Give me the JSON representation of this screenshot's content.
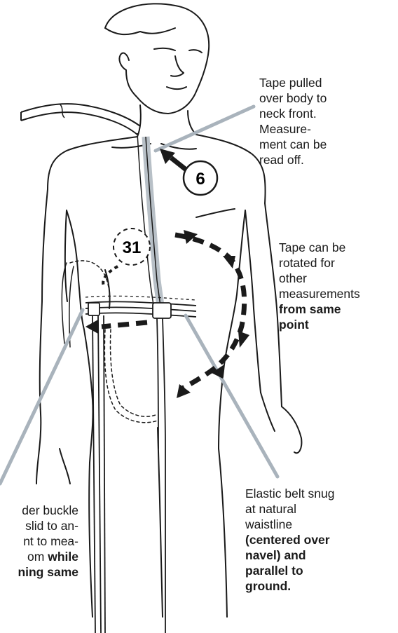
{
  "callouts": {
    "neck": {
      "lines": [
        "Tape pulled",
        "over body to",
        "neck front.",
        "Measure-",
        "ment can be",
        "read off."
      ]
    },
    "rotate": {
      "lines": [
        "Tape can be",
        "rotated for",
        "other",
        "measurements"
      ],
      "bold_lines": [
        "from same",
        "point"
      ]
    },
    "belt": {
      "lines": [
        "Elastic belt snug",
        "at natural",
        "waistline"
      ],
      "bold_lines": [
        "(centered over",
        "navel) and",
        "parallel to",
        "ground."
      ]
    },
    "buckle": {
      "lines": [
        "der buckle",
        "slid to an-",
        "nt to mea-"
      ],
      "mixed_line": {
        "plain": "om ",
        "bold": "while"
      },
      "bold_lines": [
        "ning same"
      ]
    }
  },
  "markers": {
    "neck_number": "6",
    "waist_number": "31"
  },
  "colors": {
    "leader_line": "#a9b3bc",
    "tape": "#b8c0c7",
    "ink": "#1a1a1a"
  }
}
